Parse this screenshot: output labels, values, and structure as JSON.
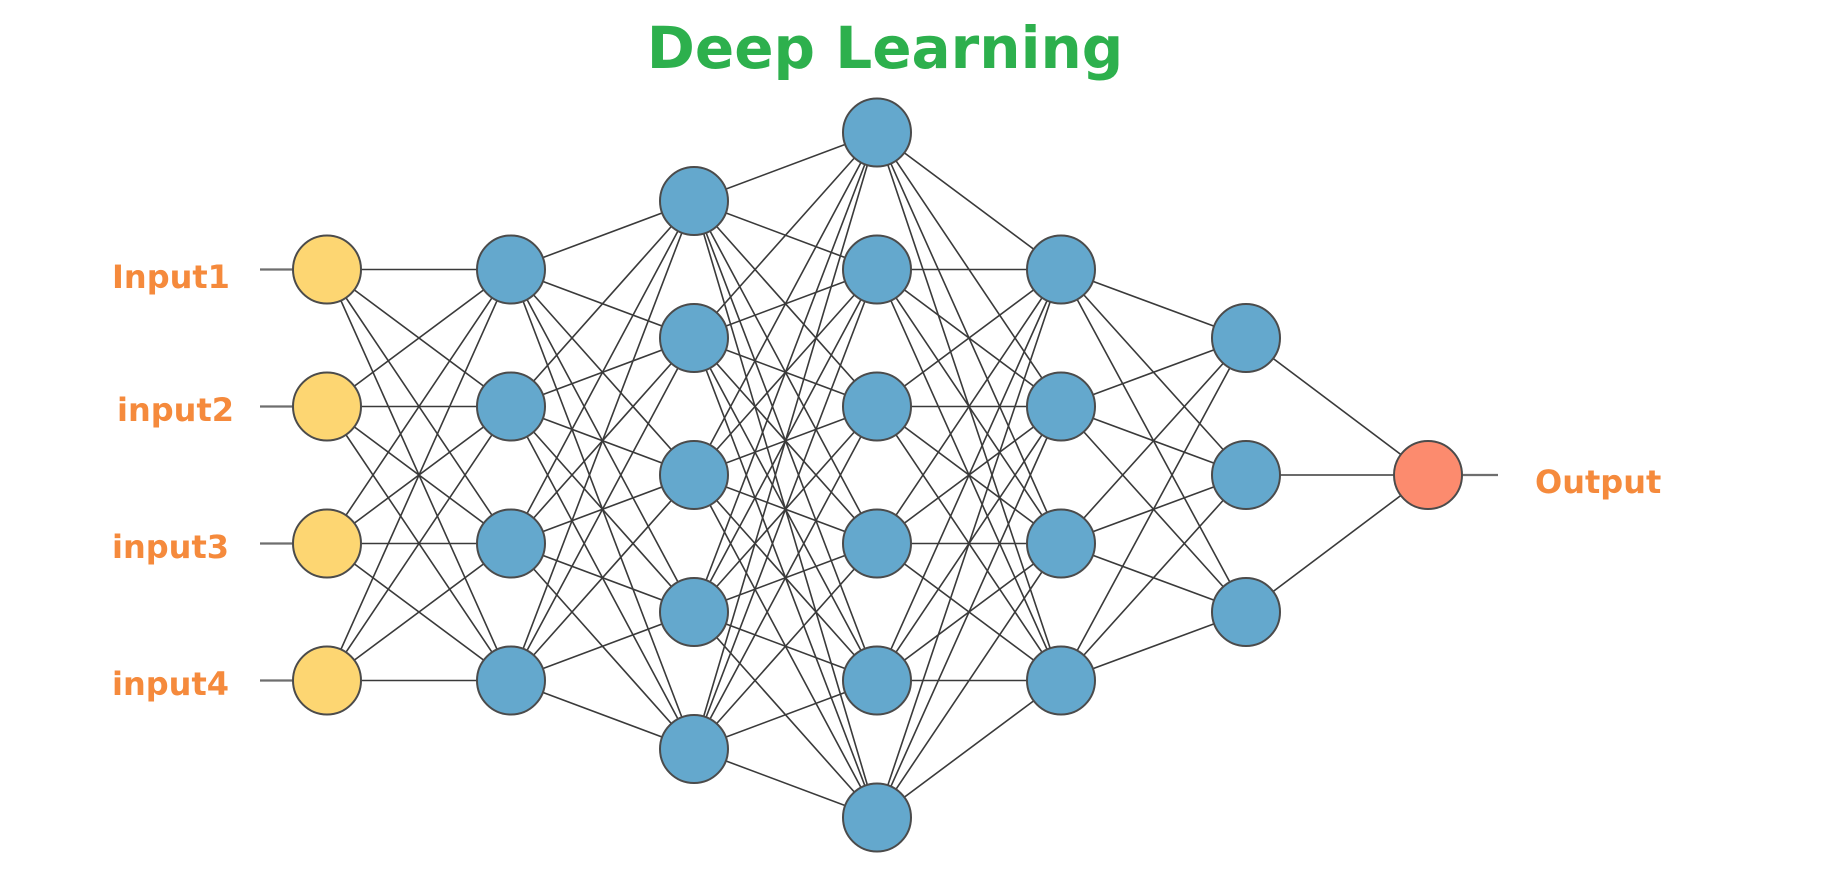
{
  "title": "Deep Learning",
  "colors": {
    "title": "#2db04d",
    "label": "#f58a3c",
    "input_node": "#fdd672",
    "hidden_node": "#64a8cd",
    "output_node": "#fc8b6e",
    "edge": "#3a3a3a"
  },
  "inputs": [
    "Input1",
    "input2",
    "input3",
    "input4"
  ],
  "output_label": "Output",
  "layers": [
    {
      "role": "input",
      "count": 4
    },
    {
      "role": "hidden",
      "count": 4
    },
    {
      "role": "hidden",
      "count": 5
    },
    {
      "role": "hidden",
      "count": 6
    },
    {
      "role": "hidden",
      "count": 4
    },
    {
      "role": "hidden",
      "count": 3
    },
    {
      "role": "output",
      "count": 1
    }
  ]
}
